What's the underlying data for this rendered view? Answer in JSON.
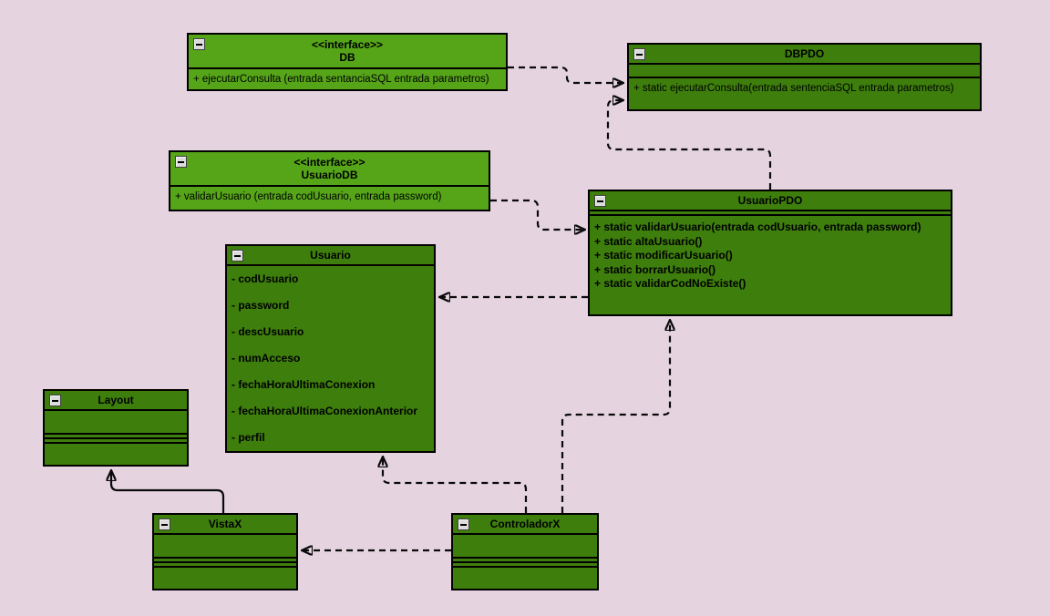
{
  "diagram": {
    "type": "uml-class-diagram",
    "background_color": "#E5D4E0",
    "interface_fill": "#56A519",
    "class_fill": "#3E7E0C",
    "border_color": "#000000",
    "connector_color": "#0A0A0A"
  },
  "classes": {
    "db": {
      "stereotype": "<<interface>>",
      "name": "DB",
      "methods": [
        "+ ejecutarConsulta (entrada sentanciaSQL entrada parametros)"
      ]
    },
    "dbpdo": {
      "name": "DBPDO",
      "methods": [
        "+ static ejecutarConsulta(entrada sentenciaSQL entrada parametros)"
      ]
    },
    "usuariodb": {
      "stereotype": "<<interface>>",
      "name": "UsuarioDB",
      "methods": [
        "+ validarUsuario (entrada codUsuario, entrada password)"
      ]
    },
    "usuariopdo": {
      "name": "UsuarioPDO",
      "methods": [
        "+ static validarUsuario(entrada codUsuario, entrada password)",
        "+ static altaUsuario()",
        "+ static modificarUsuario()",
        "+ static borrarUsuario()",
        "+ static validarCodNoExiste()"
      ]
    },
    "usuario": {
      "name": "Usuario",
      "attributes": [
        "- codUsuario",
        "- password",
        "- descUsuario",
        "- numAcceso",
        "- fechaHoraUltimaConexion",
        "- fechaHoraUltimaConexionAnterior",
        "- perfil"
      ]
    },
    "layout": {
      "name": "Layout"
    },
    "vistax": {
      "name": "VistaX"
    },
    "controladorx": {
      "name": "ControladorX"
    }
  },
  "connectors": [
    {
      "from": "DB",
      "to": "DBPDO",
      "style": "dashed-arrow"
    },
    {
      "from": "UsuarioPDO",
      "to": "DBPDO",
      "style": "dashed-arrow"
    },
    {
      "from": "UsuarioDB",
      "to": "UsuarioPDO",
      "style": "dashed-arrow"
    },
    {
      "from": "UsuarioPDO",
      "to": "Usuario",
      "style": "dashed-arrow"
    },
    {
      "from": "ControladorX",
      "to": "Usuario",
      "style": "dashed-arrow"
    },
    {
      "from": "ControladorX",
      "to": "UsuarioPDO",
      "style": "dashed-arrow"
    },
    {
      "from": "VistaX",
      "to": "Layout",
      "style": "solid-arrow"
    },
    {
      "from": "ControladorX",
      "to": "VistaX",
      "style": "dashed-arrow"
    }
  ]
}
